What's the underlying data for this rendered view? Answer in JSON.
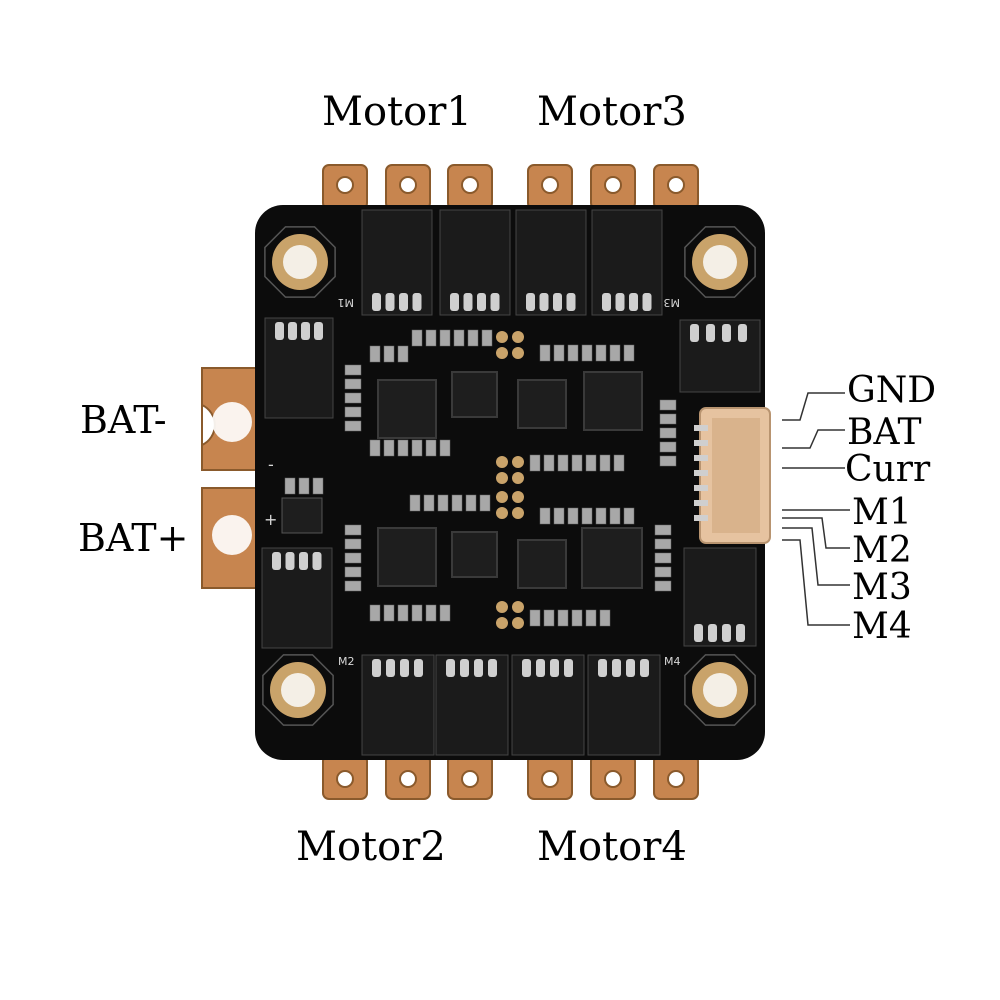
{
  "labels": {
    "motor1": "Motor1",
    "motor3": "Motor3",
    "motor2": "Motor2",
    "motor4": "Motor4",
    "bat_minus": "BAT-",
    "bat_plus": "BAT+"
  },
  "pins": [
    "GND",
    "BAT",
    "Curr",
    "M1",
    "M2",
    "M3",
    "M4"
  ],
  "silkscreen": {
    "m1": "M1",
    "m2": "M2",
    "m3": "M3",
    "m4": "M4",
    "plus": "+",
    "minus": "-"
  },
  "colors": {
    "board": "#0c0c0c",
    "copper_pad": "#c7854f",
    "gold": "#c9a36a",
    "chip": "#1b1b1b",
    "connector": "#e6c3a0"
  }
}
